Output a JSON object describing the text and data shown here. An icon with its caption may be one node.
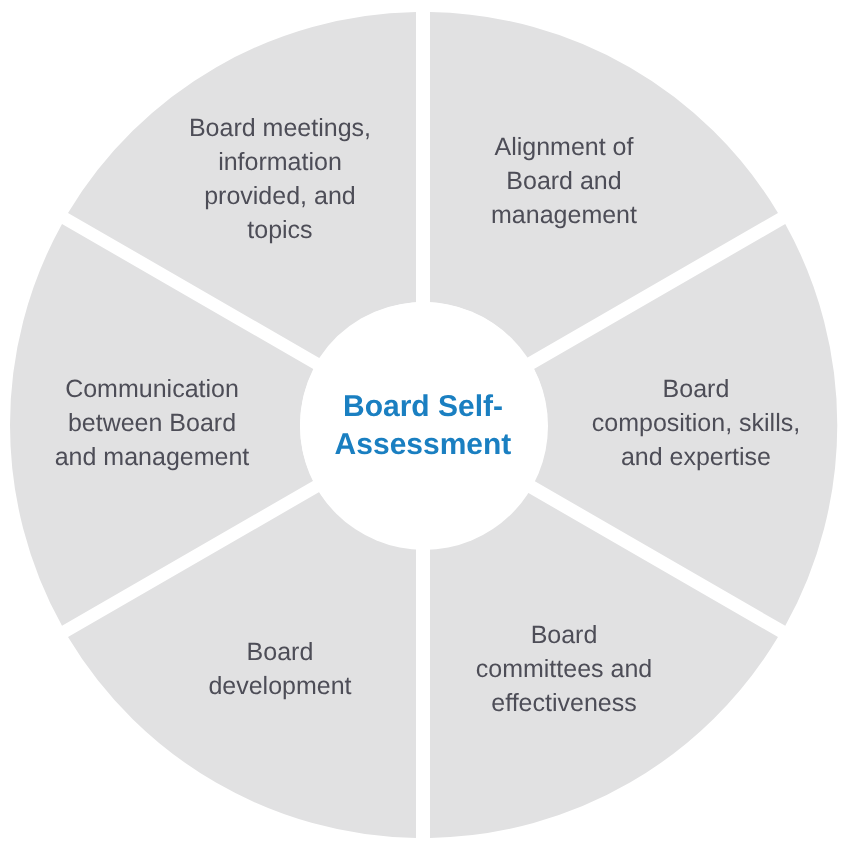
{
  "diagram": {
    "nodes": [
      {
        "text": [
          "Board Self-Assessment"
        ]
      },
      {
        "text": [
          "Board meetings, information provided, and topics"
        ]
      },
      {
        "text": [
          "Alignment of Board and management"
        ]
      },
      {
        "text": [
          "Board composition, skills, and expertise"
        ]
      },
      {
        "text": [
          "Board committees and effectiveness"
        ]
      },
      {
        "text": [
          "Board development"
        ]
      },
      {
        "text": [
          "Communication between Board and management"
        ]
      }
    ]
  }
}
